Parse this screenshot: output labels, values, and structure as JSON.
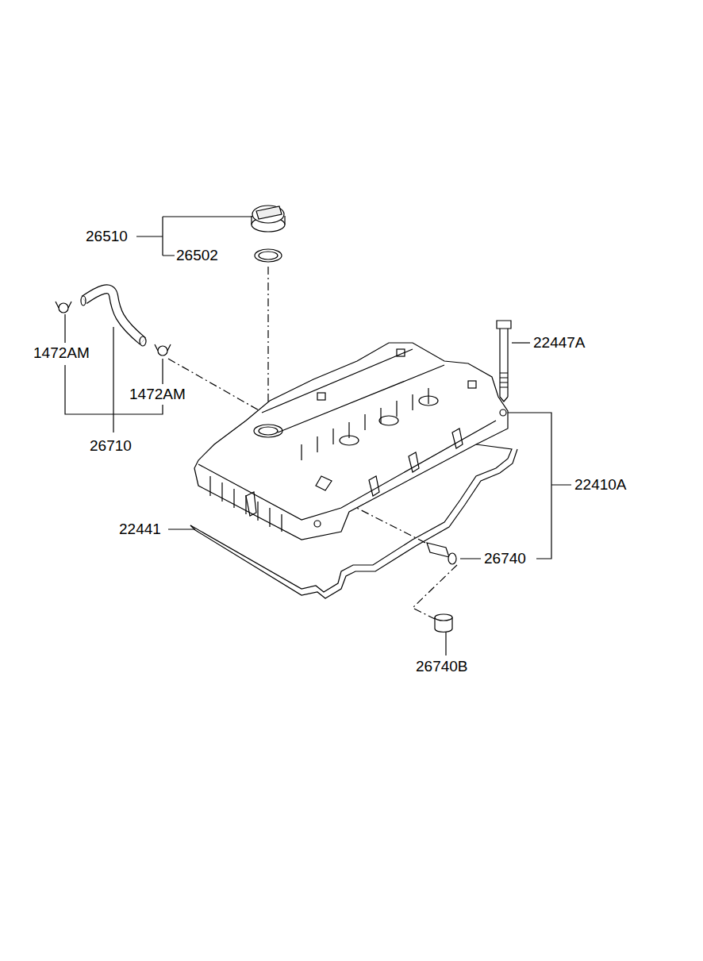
{
  "diagram": {
    "labels": [
      "26510",
      "26502",
      "1472AM",
      "22447A",
      "1472AM",
      "26710",
      "22410A",
      "22441",
      "26740",
      "26740B"
    ]
  }
}
